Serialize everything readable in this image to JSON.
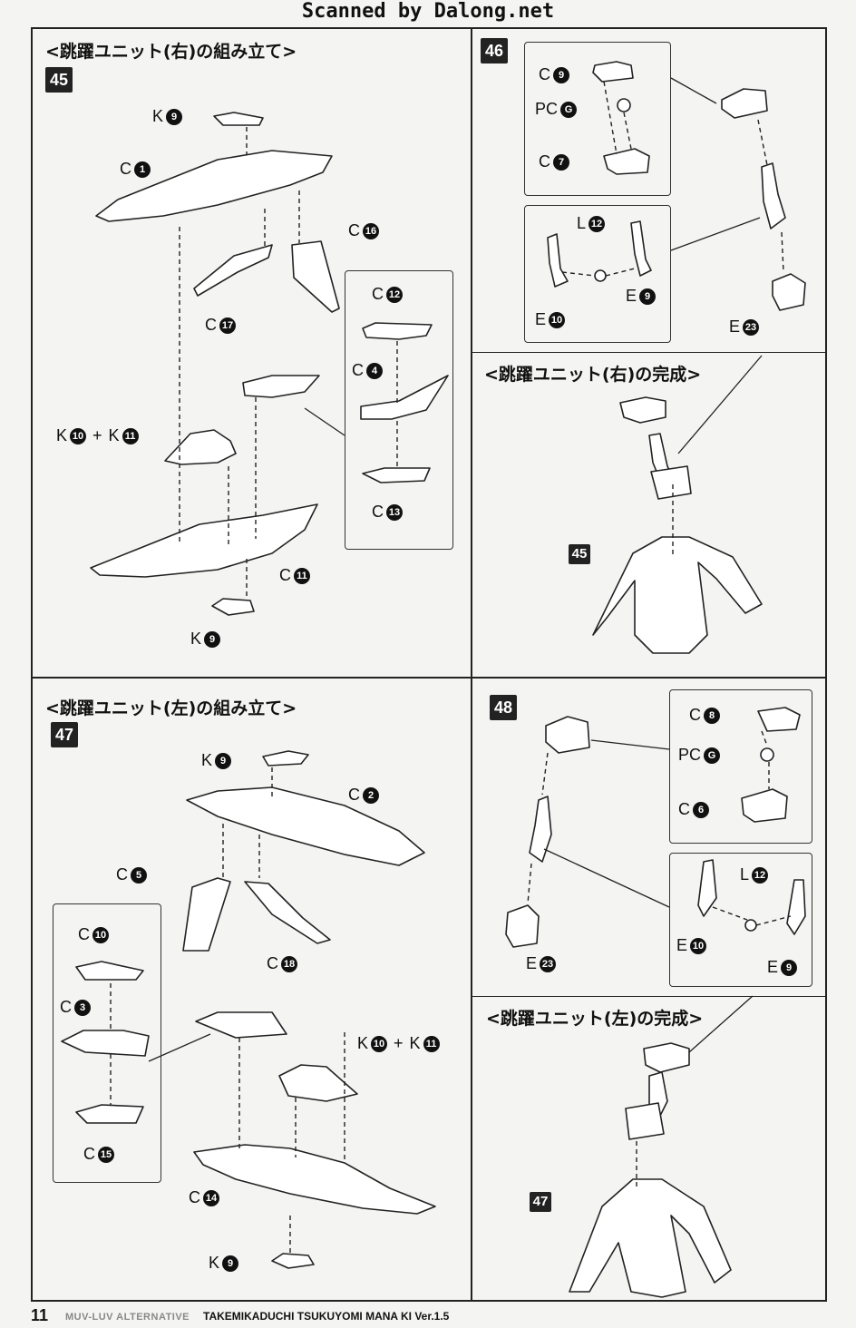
{
  "header": {
    "scan_credit": "Scanned by Dalong.net"
  },
  "sections": {
    "right_assembly_title": "<跳躍ユニット(右)の組み立て>",
    "right_complete_title": "<跳躍ユニット(右)の完成>",
    "left_assembly_title": "<跳躍ユニット(左)の組み立て>",
    "left_complete_title": "<跳躍ユニット(左)の完成>"
  },
  "steps": {
    "s45": "45",
    "s46": "46",
    "s47": "47",
    "s48": "48",
    "ref45": "45",
    "ref47": "47"
  },
  "parts": {
    "p45_k9a": {
      "letter": "K",
      "num": "9"
    },
    "p45_c1": {
      "letter": "C",
      "num": "1"
    },
    "p45_c16": {
      "letter": "C",
      "num": "16"
    },
    "p45_c17": {
      "letter": "C",
      "num": "17"
    },
    "p45_c12": {
      "letter": "C",
      "num": "12"
    },
    "p45_c4": {
      "letter": "C",
      "num": "4"
    },
    "p45_c13": {
      "letter": "C",
      "num": "13"
    },
    "p45_k10": {
      "letter": "K",
      "num": "10"
    },
    "p45_k11": {
      "letter": "K",
      "num": "11"
    },
    "p45_c11": {
      "letter": "C",
      "num": "11"
    },
    "p45_k9b": {
      "letter": "K",
      "num": "9"
    },
    "p46_c9": {
      "letter": "C",
      "num": "9"
    },
    "p46_pcg": {
      "letter": "PC",
      "num": "G"
    },
    "p46_c7": {
      "letter": "C",
      "num": "7"
    },
    "p46_l12": {
      "letter": "L",
      "num": "12"
    },
    "p46_e9": {
      "letter": "E",
      "num": "9"
    },
    "p46_e10": {
      "letter": "E",
      "num": "10"
    },
    "p46_e23": {
      "letter": "E",
      "num": "23"
    },
    "p47_k9a": {
      "letter": "K",
      "num": "9"
    },
    "p47_c2": {
      "letter": "C",
      "num": "2"
    },
    "p47_c5": {
      "letter": "C",
      "num": "5"
    },
    "p47_c18": {
      "letter": "C",
      "num": "18"
    },
    "p47_c10": {
      "letter": "C",
      "num": "10"
    },
    "p47_c3": {
      "letter": "C",
      "num": "3"
    },
    "p47_c15": {
      "letter": "C",
      "num": "15"
    },
    "p47_k10": {
      "letter": "K",
      "num": "10"
    },
    "p47_k11": {
      "letter": "K",
      "num": "11"
    },
    "p47_c14": {
      "letter": "C",
      "num": "14"
    },
    "p47_k9b": {
      "letter": "K",
      "num": "9"
    },
    "p48_c8": {
      "letter": "C",
      "num": "8"
    },
    "p48_pcg": {
      "letter": "PC",
      "num": "G"
    },
    "p48_c6": {
      "letter": "C",
      "num": "6"
    },
    "p48_l12": {
      "letter": "L",
      "num": "12"
    },
    "p48_e10": {
      "letter": "E",
      "num": "10"
    },
    "p48_e9": {
      "letter": "E",
      "num": "9"
    },
    "p48_e23": {
      "letter": "E",
      "num": "23"
    }
  },
  "plus_sign": "+",
  "footer": {
    "page_number": "11",
    "brand": "MUV-LUV ALTERNATIVE",
    "model": "TAKEMIKADUCHI TSUKUYOMI MANA KI Ver.1.5"
  }
}
